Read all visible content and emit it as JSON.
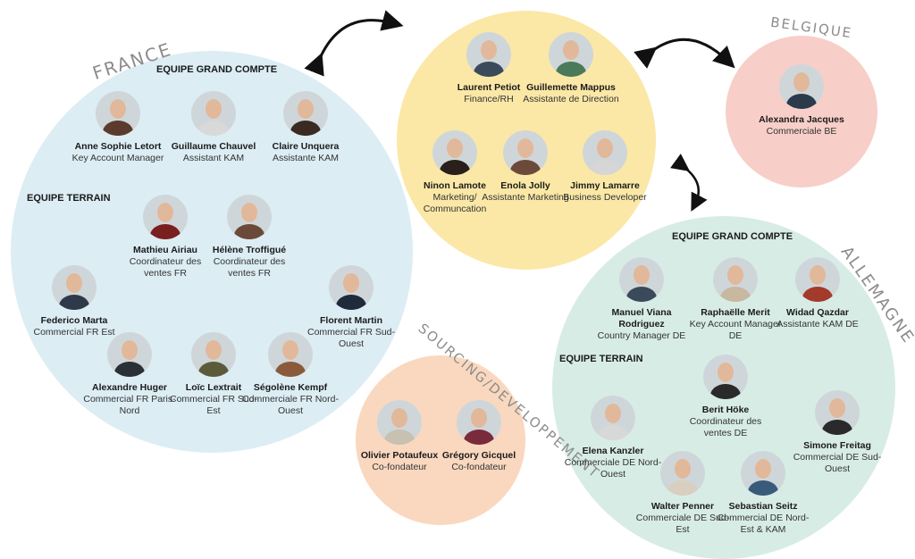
{
  "colors": {
    "france_bg": "#dcedf4",
    "hq_bg": "#fbe8a6",
    "belgique_bg": "#f7cfc8",
    "sourcing_bg": "#f9d8bf",
    "allemagne_bg": "#d8ece6"
  },
  "regions": {
    "france": "FRANCE",
    "belgique": "BELGIQUE",
    "allemagne": "ALLEMAGNE",
    "sourcing": "SOURCING/DEVELOPPEMENT"
  },
  "france": {
    "grand_compte_label": "EQUIPE GRAND COMPTE",
    "terrain_label": "EQUIPE TERRAIN",
    "grand_compte": [
      {
        "name": "Anne Sophie Letort",
        "role": "Key Account Manager"
      },
      {
        "name": "Guillaume Chauvel",
        "role": "Assistant KAM"
      },
      {
        "name": "Claire Unquera",
        "role": "Assistante KAM"
      }
    ],
    "terrain": [
      {
        "name": "Mathieu Airiau",
        "role": "Coordinateur des ventes FR"
      },
      {
        "name": "Hélène Troffigué",
        "role": "Coordinateur des ventes FR"
      },
      {
        "name": "Federico Marta",
        "role": "Commercial FR Est"
      },
      {
        "name": "Florent Martin",
        "role": "Commercial FR Sud-Ouest"
      },
      {
        "name": "Alexandre Huger",
        "role": "Commercial FR Paris-Nord"
      },
      {
        "name": "Loïc Lextrait",
        "role": "Commercial FR Sud-Est"
      },
      {
        "name": "Ségolène Kempf",
        "role": "Commerciale FR Nord-Ouest"
      }
    ]
  },
  "hq": [
    {
      "name": "Laurent Petiot",
      "role": "Finance/RH"
    },
    {
      "name": "Guillemette Mappus",
      "role": "Assistante de Direction"
    },
    {
      "name": "Ninon Lamote",
      "role": "Marketing/ Communcation"
    },
    {
      "name": "Enola Jolly",
      "role": "Assistante Marketing"
    },
    {
      "name": "Jimmy Lamarre",
      "role": "Business Developer"
    }
  ],
  "belgique": [
    {
      "name": "Alexandra Jacques",
      "role": "Commerciale BE"
    }
  ],
  "sourcing": [
    {
      "name": "Olivier Potaufeux",
      "role": "Co-fondateur"
    },
    {
      "name": "Grégory Gicquel",
      "role": "Co-fondateur"
    }
  ],
  "allemagne": {
    "grand_compte_label": "EQUIPE GRAND COMPTE",
    "terrain_label": "EQUIPE TERRAIN",
    "grand_compte": [
      {
        "name": "Manuel Viana Rodriguez",
        "role": "Country Manager DE"
      },
      {
        "name": "Raphaëlle Merit",
        "role": "Key Account Manager DE"
      },
      {
        "name": "Widad Qazdar",
        "role": "Assistante KAM DE"
      }
    ],
    "terrain": [
      {
        "name": "Berit Höke",
        "role": "Coordinateur des ventes DE"
      },
      {
        "name": "Elena Kanzler",
        "role": "Commerciale DE Nord-Ouest"
      },
      {
        "name": "Simone Freitag",
        "role": "Commercial DE Sud-Ouest"
      },
      {
        "name": "Walter Penner",
        "role": "Commerciale DE Sud-Est"
      },
      {
        "name": "Sebastian Seitz",
        "role": "Commercial DE Nord-Est & KAM"
      }
    ]
  }
}
